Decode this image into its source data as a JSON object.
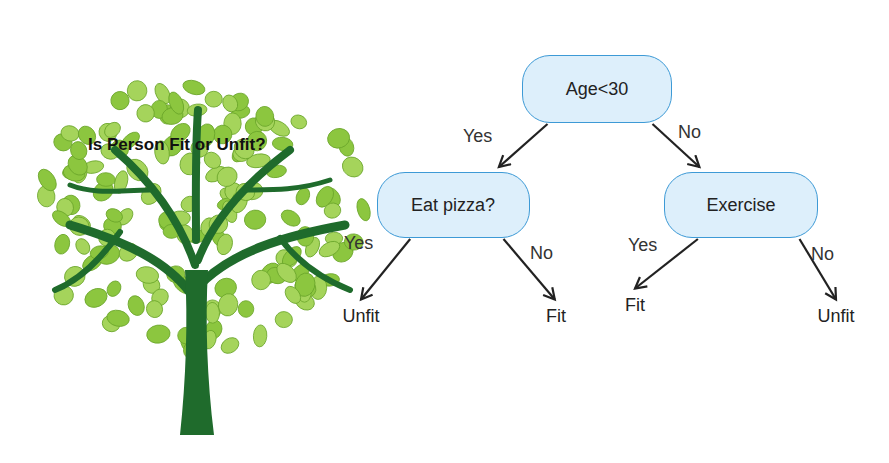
{
  "diagram": {
    "title": "Is Person Fit or Unfit?",
    "nodes": [
      {
        "text": [
          "Age<30"
        ]
      },
      {
        "text": [
          "Eat pizza?"
        ]
      },
      {
        "text": [
          "Exercise"
        ]
      },
      {
        "text": [
          "Unfit"
        ]
      },
      {
        "text": [
          "Fit"
        ]
      },
      {
        "text": [
          "Fit"
        ]
      },
      {
        "text": [
          "Unfit"
        ]
      }
    ],
    "edges": [
      {
        "from": 0,
        "to": 1,
        "label": "Yes",
        "arrow": "to"
      },
      {
        "from": 0,
        "to": 2,
        "label": "No",
        "arrow": "to"
      },
      {
        "from": 1,
        "to": 3,
        "label": "Yes",
        "arrow": "to"
      },
      {
        "from": 1,
        "to": 4,
        "label": "No",
        "arrow": "to"
      },
      {
        "from": 2,
        "to": 5,
        "label": "Yes",
        "arrow": "to"
      },
      {
        "from": 2,
        "to": 6,
        "label": "No",
        "arrow": "to"
      }
    ]
  }
}
